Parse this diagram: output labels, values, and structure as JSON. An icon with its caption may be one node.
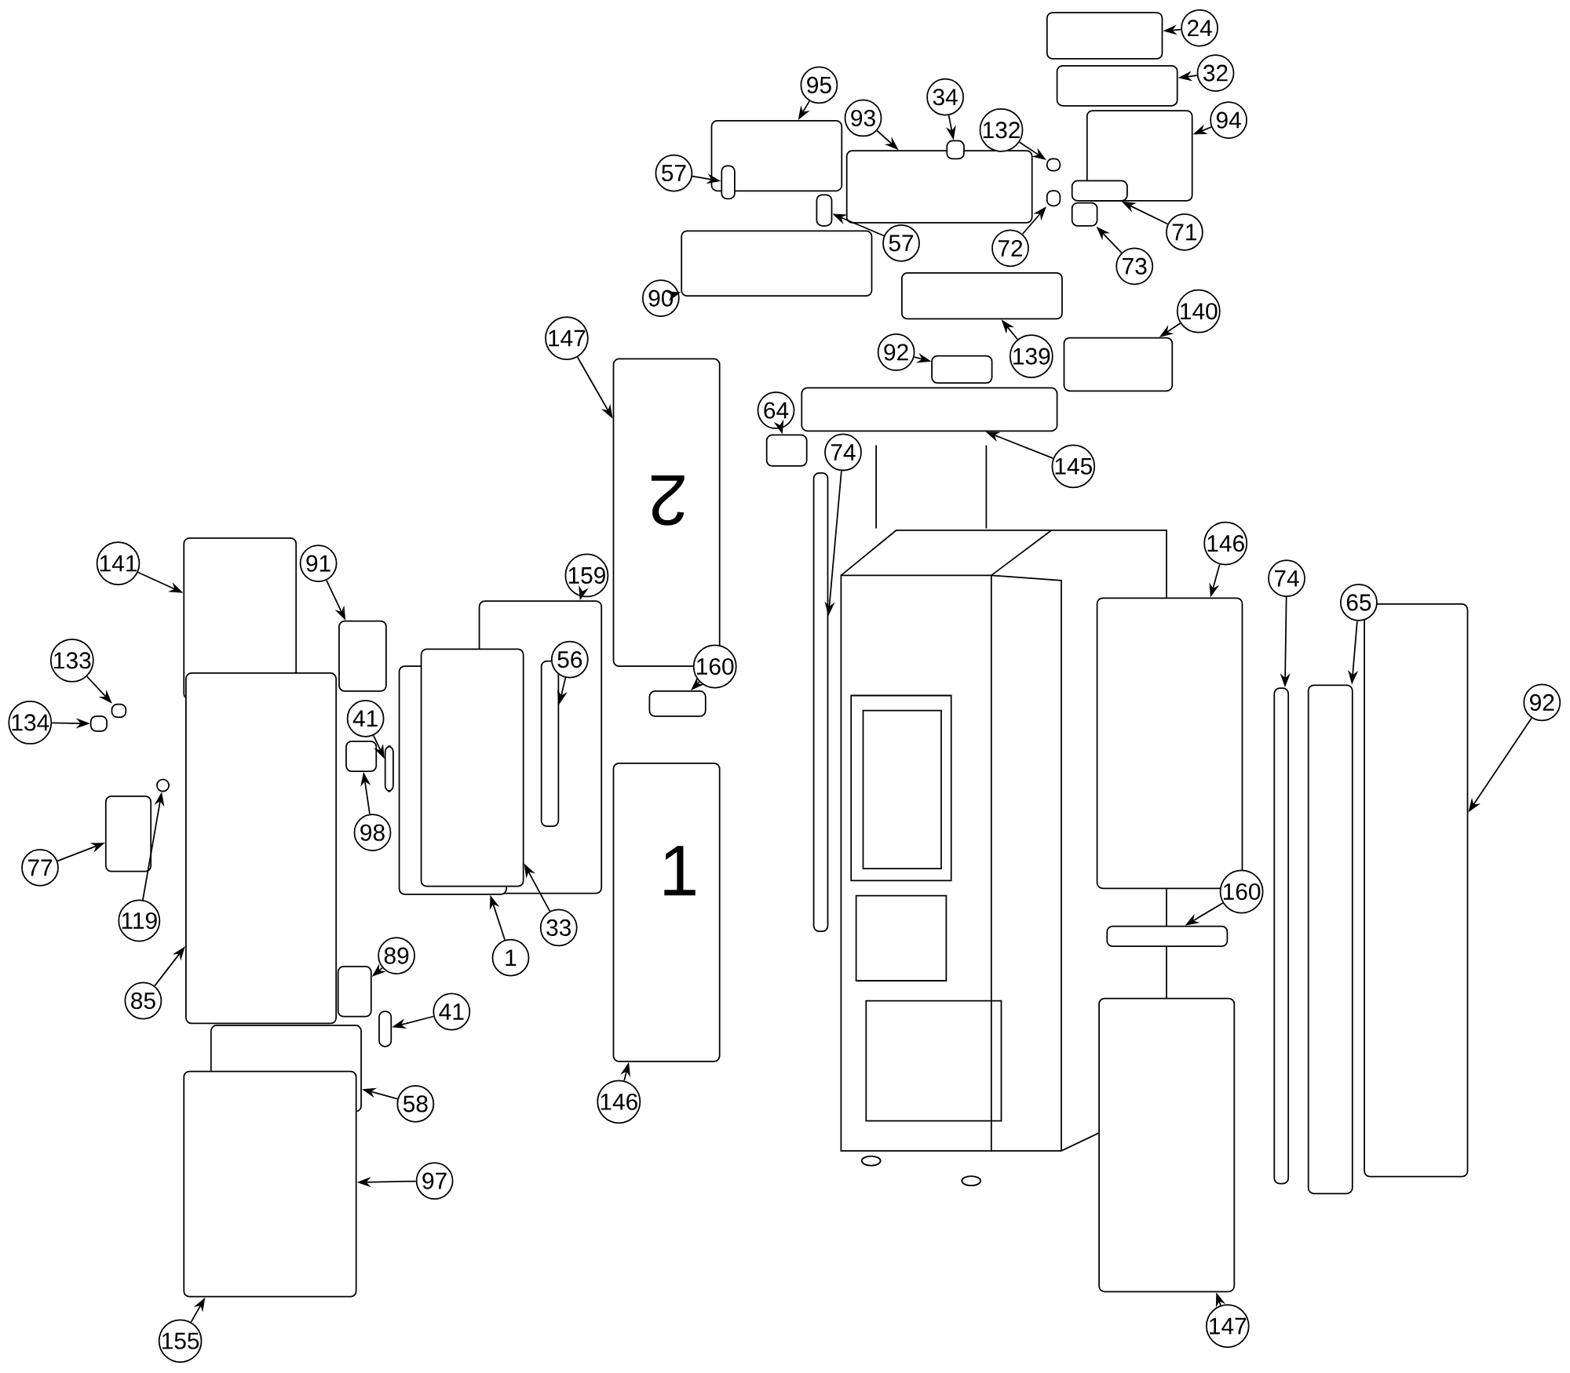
{
  "diagram": {
    "nodes": [
      {
        "text": [
          "24"
        ]
      },
      {
        "text": [],
        "shape": "box"
      },
      {
        "text": [
          "32"
        ]
      },
      {
        "text": [],
        "shape": "box"
      },
      {
        "text": [
          "94"
        ]
      },
      {
        "text": [],
        "shape": "box"
      },
      {
        "text": [
          "95"
        ]
      },
      {
        "text": [],
        "shape": "box"
      },
      {
        "text": [
          "93"
        ]
      },
      {
        "text": [],
        "shape": "box"
      },
      {
        "text": [
          "34"
        ]
      },
      {
        "text": [],
        "shape": "box"
      },
      {
        "text": [
          "132"
        ]
      },
      {
        "text": [],
        "shape": "box"
      },
      {
        "text": [
          "57"
        ]
      },
      {
        "text": [],
        "shape": "box"
      },
      {
        "text": [
          "57"
        ]
      },
      {
        "text": [],
        "shape": "box"
      },
      {
        "text": [
          "72"
        ]
      },
      {
        "text": [],
        "shape": "box"
      },
      {
        "text": [
          "71"
        ]
      },
      {
        "text": [],
        "shape": "box"
      },
      {
        "text": [
          "73"
        ]
      },
      {
        "text": [],
        "shape": "box"
      },
      {
        "text": [
          "90"
        ]
      },
      {
        "text": [],
        "shape": "box"
      },
      {
        "text": [
          "147"
        ]
      },
      {
        "text": [],
        "shape": "box"
      },
      {
        "text": [
          "92"
        ]
      },
      {
        "text": [],
        "shape": "box"
      },
      {
        "text": [
          "139"
        ]
      },
      {
        "text": [],
        "shape": "box"
      },
      {
        "text": [
          "140"
        ]
      },
      {
        "text": [],
        "shape": "box"
      },
      {
        "text": [
          "145"
        ]
      },
      {
        "text": [],
        "shape": "box"
      },
      {
        "text": [
          "64"
        ]
      },
      {
        "text": [],
        "shape": "box"
      },
      {
        "text": [
          "74"
        ]
      },
      {
        "text": [],
        "shape": "box"
      },
      {
        "text": [
          "141"
        ]
      },
      {
        "text": [],
        "shape": "box"
      },
      {
        "text": [
          "91"
        ]
      },
      {
        "text": [],
        "shape": "box"
      },
      {
        "text": [
          "159"
        ]
      },
      {
        "text": [],
        "shape": "box"
      },
      {
        "text": [
          "146"
        ]
      },
      {
        "text": [],
        "shape": "box"
      },
      {
        "text": [
          "74"
        ]
      },
      {
        "text": [],
        "shape": "box"
      },
      {
        "text": [
          "65"
        ]
      },
      {
        "text": [],
        "shape": "box"
      },
      {
        "text": [
          "92"
        ]
      },
      {
        "text": [],
        "shape": "box"
      },
      {
        "text": [
          "133"
        ]
      },
      {
        "text": [],
        "shape": "box"
      },
      {
        "text": [
          "134"
        ]
      },
      {
        "text": [],
        "shape": "box"
      },
      {
        "text": [
          "56"
        ],
        "in": 45
      },
      {
        "text": [],
        "shape": "box",
        "in": 45
      },
      {
        "text": [
          "160"
        ]
      },
      {
        "text": [],
        "shape": "box"
      },
      {
        "text": [
          "41"
        ]
      },
      {
        "text": [],
        "shape": "box"
      },
      {
        "text": [
          "98"
        ]
      },
      {
        "text": [],
        "shape": "box"
      },
      {
        "text": [
          "77"
        ]
      },
      {
        "text": [],
        "shape": "box"
      },
      {
        "text": [
          "119"
        ]
      },
      {
        "text": [],
        "shape": "circle"
      },
      {
        "text": [
          "85"
        ]
      },
      {
        "text": [],
        "shape": "box"
      },
      {
        "text": [
          "89"
        ]
      },
      {
        "text": [],
        "shape": "box"
      },
      {
        "text": [
          "1"
        ]
      },
      {
        "text": [],
        "shape": "box"
      },
      {
        "text": [
          "33"
        ]
      },
      {
        "text": [],
        "shape": "box"
      },
      {
        "text": [
          "160"
        ]
      },
      {
        "text": [],
        "shape": "box"
      },
      {
        "text": [
          "41"
        ]
      },
      {
        "text": [],
        "shape": "box"
      },
      {
        "text": [
          "146"
        ]
      },
      {
        "text": [],
        "shape": "box"
      },
      {
        "text": [
          "58"
        ]
      },
      {
        "text": [],
        "shape": "box"
      },
      {
        "text": [
          "97"
        ]
      },
      {
        "text": [],
        "shape": "box"
      },
      {
        "text": [
          "155"
        ]
      },
      {
        "text": [
          "147"
        ]
      },
      {
        "text": [],
        "shape": "box"
      }
    ],
    "edges": [
      {
        "from": 0,
        "to": 1,
        "arrow": "to"
      },
      {
        "from": 2,
        "to": 3,
        "arrow": "to"
      },
      {
        "from": 4,
        "to": 5,
        "arrow": "to"
      },
      {
        "from": 6,
        "to": 7,
        "arrow": "to"
      },
      {
        "from": 8,
        "to": 9,
        "arrow": "to"
      },
      {
        "from": 10,
        "to": 11,
        "arrow": "to"
      },
      {
        "from": 12,
        "to": 13,
        "arrow": "to"
      },
      {
        "from": 14,
        "to": 15,
        "arrow": "to"
      },
      {
        "from": 16,
        "to": 17,
        "arrow": "to"
      },
      {
        "from": 18,
        "to": 19,
        "arrow": "to"
      },
      {
        "from": 20,
        "to": 21,
        "arrow": "to"
      },
      {
        "from": 22,
        "to": 23,
        "arrow": "to"
      },
      {
        "from": 24,
        "to": 25,
        "arrow": "to"
      },
      {
        "from": 26,
        "to": 27,
        "arrow": "to"
      },
      {
        "from": 28,
        "to": 29,
        "arrow": "to"
      },
      {
        "from": 30,
        "to": 31,
        "arrow": "to"
      },
      {
        "from": 32,
        "to": 33,
        "arrow": "to"
      },
      {
        "from": 34,
        "to": 35,
        "arrow": "to"
      },
      {
        "from": 36,
        "to": 37,
        "arrow": "to"
      },
      {
        "from": 38,
        "to": 39,
        "arrow": "to"
      },
      {
        "from": 40,
        "to": 41,
        "arrow": "to"
      },
      {
        "from": 42,
        "to": 43,
        "arrow": "to"
      },
      {
        "from": 44,
        "to": 45,
        "arrow": "to"
      },
      {
        "from": 46,
        "to": 47,
        "arrow": "to"
      },
      {
        "from": 48,
        "to": 49,
        "arrow": "to"
      },
      {
        "from": 50,
        "to": 51,
        "arrow": "to"
      },
      {
        "from": 52,
        "to": 53,
        "arrow": "to"
      },
      {
        "from": 54,
        "to": 55,
        "arrow": "to"
      },
      {
        "from": 56,
        "to": 57,
        "arrow": "to"
      },
      {
        "from": 58,
        "to": 59,
        "arrow": "to"
      },
      {
        "from": 60,
        "to": 61,
        "arrow": "to"
      },
      {
        "from": 62,
        "to": 63,
        "arrow": "to"
      },
      {
        "from": 64,
        "to": 65,
        "arrow": "to"
      },
      {
        "from": 66,
        "to": 67,
        "arrow": "to"
      },
      {
        "from": 68,
        "to": 69,
        "arrow": "to"
      },
      {
        "from": 70,
        "to": 71,
        "arrow": "to"
      },
      {
        "from": 72,
        "to": 73,
        "arrow": "to"
      },
      {
        "from": 74,
        "to": 75,
        "arrow": "to"
      },
      {
        "from": 76,
        "to": 77,
        "arrow": "to"
      },
      {
        "from": 78,
        "to": 79,
        "arrow": "to"
      },
      {
        "from": 80,
        "to": 81,
        "arrow": "to"
      },
      {
        "from": 82,
        "to": 83,
        "arrow": "to"
      },
      {
        "from": 84,
        "to": 85,
        "arrow": "to"
      },
      {
        "from": 86,
        "to": 87,
        "arrow": "to"
      },
      {
        "from": 88,
        "to": 87,
        "arrow": "to"
      },
      {
        "from": 89,
        "to": 90,
        "arrow": "to"
      }
    ],
    "labels": [
      "2",
      "1"
    ]
  }
}
